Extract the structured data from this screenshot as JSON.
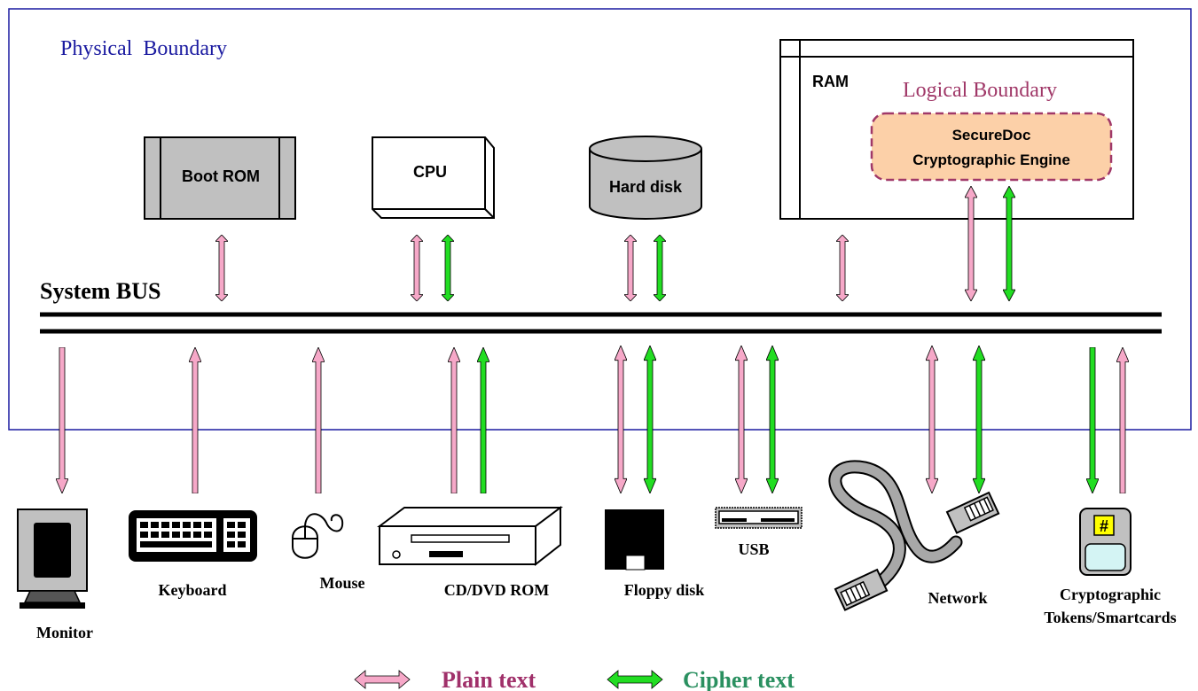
{
  "labels": {
    "physical_boundary": "Physical  Boundary",
    "logical_boundary": "Logical Boundary",
    "ram": "RAM",
    "engine_line1": "SecureDoc",
    "engine_line2": "Cryptographic Engine",
    "boot_rom": "Boot ROM",
    "cpu": "CPU",
    "hard_disk": "Hard disk",
    "system_bus": "System BUS",
    "monitor": "Monitor",
    "keyboard": "Keyboard",
    "mouse": "Mouse",
    "cd_dvd": "CD/DVD ROM",
    "floppy": "Floppy disk",
    "usb": "USB",
    "network": "Network",
    "tokens_line1": "Cryptographic",
    "tokens_line2": "Tokens/Smartcards",
    "token_glyph": "#"
  },
  "legend": {
    "plain": "Plain text",
    "cipher": "Cipher text"
  },
  "colors": {
    "physical_boundary": "#1a1aa0",
    "logical_boundary": "#a03868",
    "engine_fill": "#fcd0a8",
    "plain_arrow": "#f6a8c8",
    "cipher_arrow": "#22dd22",
    "plain_text": "#a0306a",
    "cipher_text": "#2a9060",
    "device_gray": "#c0c0c0"
  }
}
